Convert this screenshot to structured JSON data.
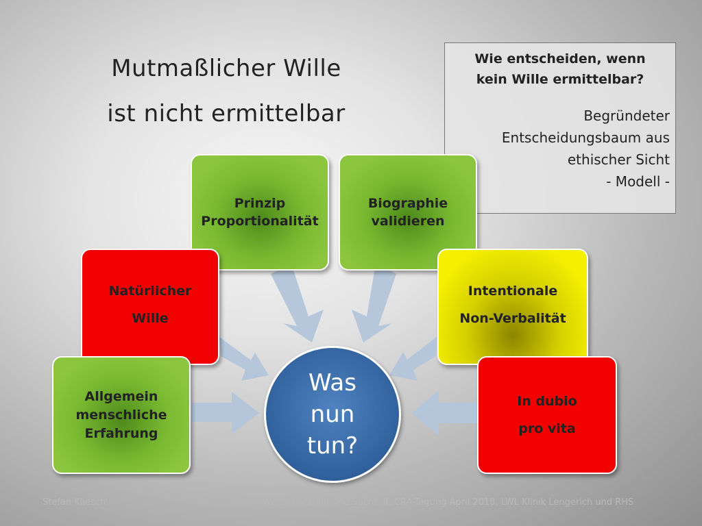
{
  "title": {
    "line1": "Mutmaßlicher Wille",
    "line2": "ist nicht ermittelbar"
  },
  "info_box": {
    "question_line1": "Wie entscheiden, wenn",
    "question_line2": "kein Wille ermittelbar?",
    "answer_line1": "Begründeter",
    "answer_line2": "Entscheidungsbaum aus",
    "answer_line3": "ethischer Sicht",
    "answer_line4": "- Modell -"
  },
  "center": {
    "line1": "Was",
    "line2": "nun",
    "line3": "tun?",
    "color": "#2f5f99"
  },
  "nodes": {
    "prinzip": {
      "line1": "Prinzip",
      "line2": "Proportionalität",
      "color": "#78b830"
    },
    "biographie": {
      "line1": "Biographie",
      "line2": "validieren",
      "color": "#78b830"
    },
    "natuerlich": {
      "line1": "Natürlicher",
      "line2": "Wille",
      "color": "#f20000"
    },
    "intentional": {
      "line1": "Intentionale",
      "line2": "Non-Verbalität",
      "color": "#e6e000"
    },
    "allgemein": {
      "line1": "Allgemein",
      "line2": "menschliche",
      "line3": "Erfahrung",
      "color": "#78b830"
    },
    "dubio": {
      "line1": "In dubio",
      "line2": "pro vita",
      "color": "#f20000"
    }
  },
  "arrow_color": "#b4c6dc",
  "footer": {
    "author": "Stefan Kliesch",
    "event": "Wertschätzung und Sucht,  8. CRA-Tagung April 2018, LWL Klinik Lengerich und RHS"
  }
}
